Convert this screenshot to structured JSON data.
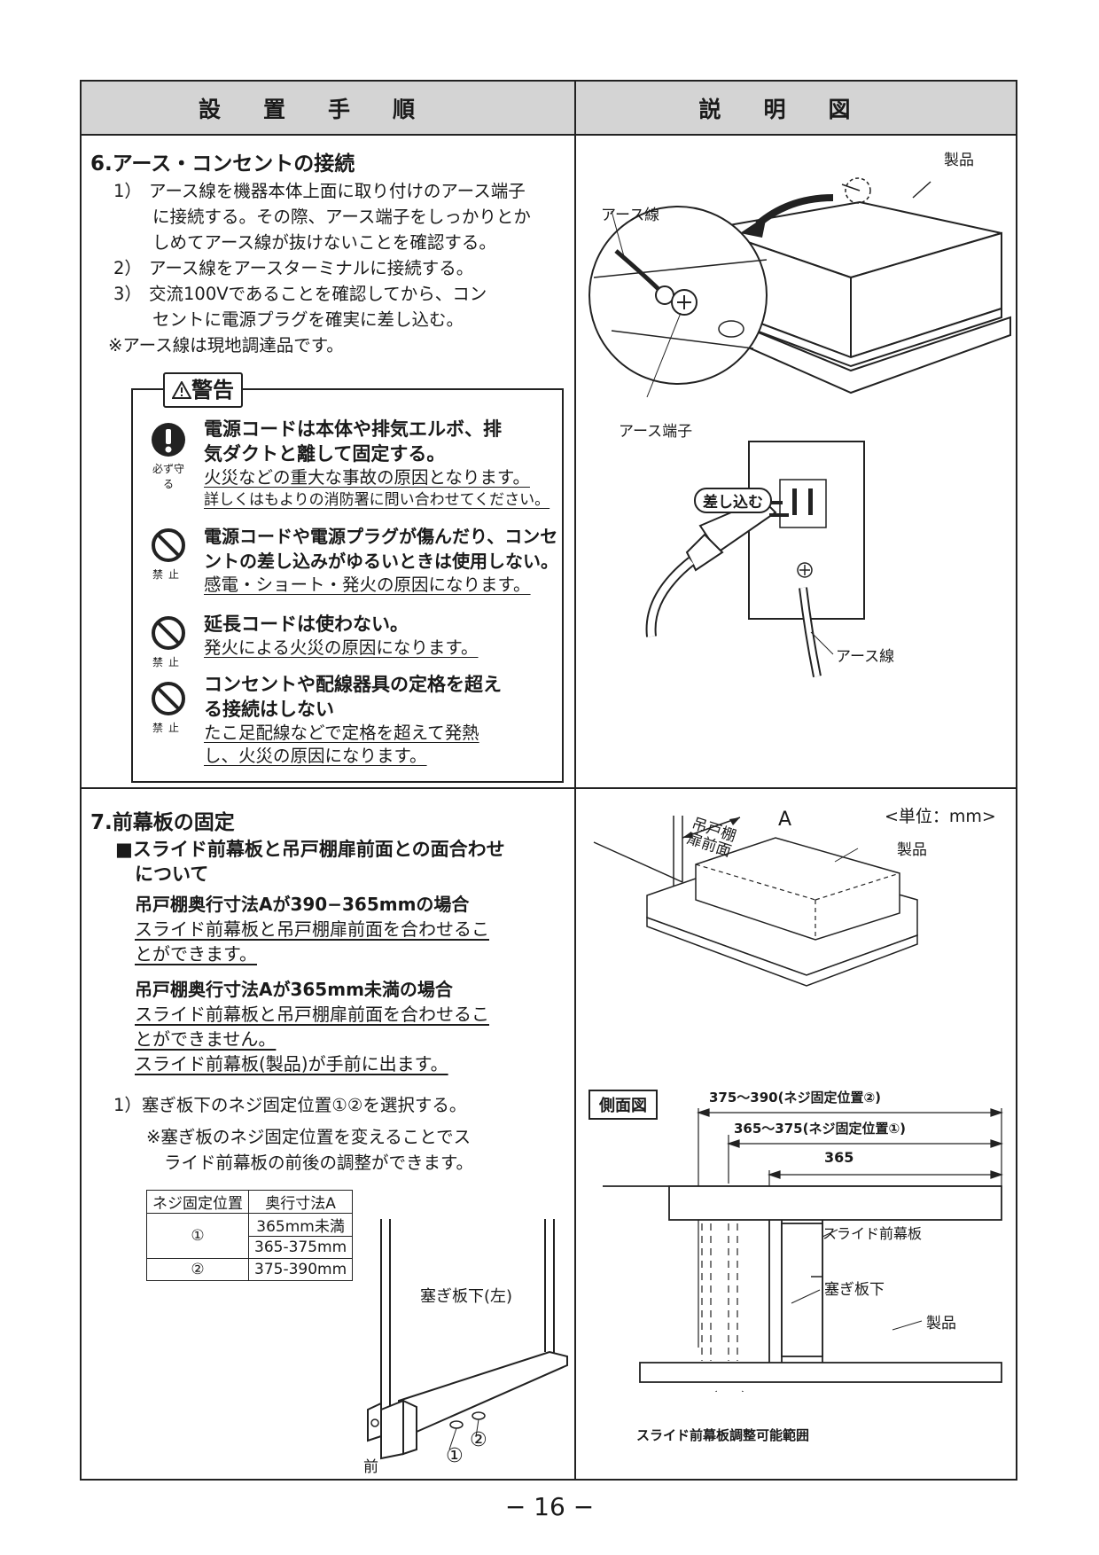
{
  "header": {
    "left": "設置手順",
    "right": "説明図"
  },
  "section6": {
    "title": "6.アース・コンセントの接続",
    "steps": [
      {
        "num": "1）",
        "lines": [
          "アース線を機器本体上面に取り付けのアース端子",
          "に接続する。その際、アース端子をしっかりとか",
          "しめてアース線が抜けないことを確認する。"
        ]
      },
      {
        "num": "2）",
        "lines": [
          "アース線をアースターミナルに接続する。"
        ]
      },
      {
        "num": "3）",
        "lines": [
          "交流100Vであることを確認してから、コン",
          "セントに電源プラグを確実に差し込む。"
        ]
      }
    ],
    "note": "※アース線は現地調達品です。",
    "warning": {
      "title": "警告",
      "items": [
        {
          "icon": "必ず守る",
          "bold": [
            "電源コードは本体や排気エルボ、排",
            "気ダクトと離して固定する。"
          ],
          "under": [
            "火災などの重大な事故の原因となります。"
          ],
          "small": "詳しくはもよりの消防署に問い合わせてください。"
        },
        {
          "icon": "禁止",
          "bold": [
            "電源コードや電源プラグが傷んだり、コンセ",
            "ントの差し込みがゆるいときは使用しない。"
          ],
          "under": [
            "感電・ショート・発火の原因になります。"
          ]
        },
        {
          "icon": "禁止",
          "bold": [
            "延長コードは使わない。"
          ],
          "under": [
            "発火による火災の原因になります。"
          ]
        },
        {
          "icon": "禁止",
          "bold": [
            "コンセントや配線器具の定格を超え",
            "る接続はしない"
          ],
          "under": [
            "たこ足配線などで定格を超えて発熱",
            "し、火災の原因になります。"
          ]
        }
      ]
    },
    "diagram": {
      "product": "製品",
      "earth_wire": "アース線",
      "earth_terminal": "アース端子",
      "plug_in": "差し込む",
      "earth_wire2": "アース線"
    }
  },
  "section7": {
    "title": "7.前幕板の固定",
    "sub": [
      "■スライド前幕板と吊戸棚扉前面との面合わせ",
      "について"
    ],
    "case1_title": "吊戸棚奥行寸法Aが390−365mmの場合",
    "case1_text": [
      "スライド前幕板と吊戸棚扉前面を合わせるこ",
      "とができます。"
    ],
    "case2_title": "吊戸棚奥行寸法Aが365mm未満の場合",
    "case2_text": [
      "スライド前幕板と吊戸棚扉前面を合わせるこ",
      "とができません。",
      "スライド前幕板(製品)が手前に出ます。"
    ],
    "step1": "1）塞ぎ板下のネジ固定位置①②を選択する。",
    "step1_note": [
      "※塞ぎ板のネジ固定位置を変えることでス",
      "ライド前幕板の前後の調整ができます。"
    ],
    "table": {
      "headers": [
        "ネジ固定位置",
        "奥行寸法A"
      ],
      "rows": [
        [
          "①",
          "365mm未満"
        ],
        [
          "",
          "365-375mm"
        ],
        [
          "②",
          "375-390mm"
        ]
      ]
    },
    "bracket": {
      "label": "塞ぎ板下(左)",
      "front": "前",
      "p1": "①",
      "p2": "②"
    },
    "diagram_top": {
      "unit": "<単位：mm>",
      "cabinet": [
        "吊戸棚",
        "扉前面"
      ],
      "a": "A",
      "product": "製品"
    },
    "side": {
      "label": "側面図",
      "dim1": "375〜390(ネジ固定位置②)",
      "dim2": "365〜375(ネジ固定位置①)",
      "dim3": "365",
      "slide": "スライド前幕板",
      "plate": "塞ぎ板下",
      "product": "製品",
      "range": "スライド前幕板調整可能範囲"
    }
  },
  "page_number": "− 16 −"
}
